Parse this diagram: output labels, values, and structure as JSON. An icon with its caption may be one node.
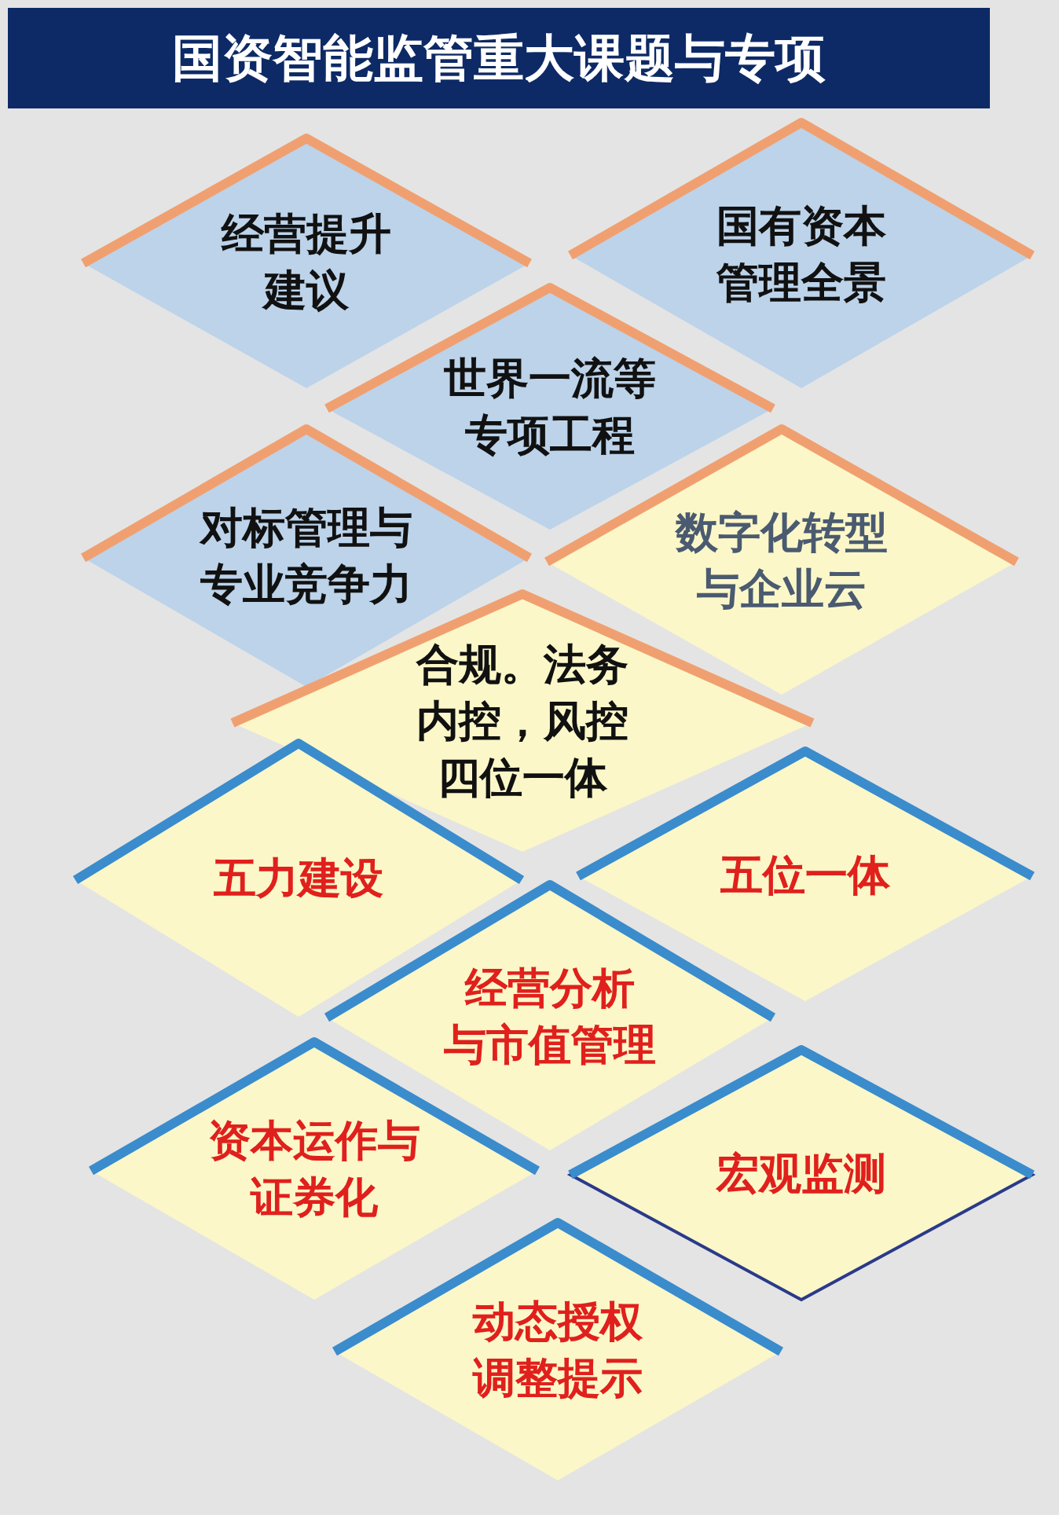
{
  "diagram": {
    "title": "国资智能监管重大课题与专项",
    "nodes": [
      {
        "text": [
          "经营提升建议"
        ]
      },
      {
        "text": [
          "国有资本管理全景"
        ]
      },
      {
        "text": [
          "世界一流等专项工程"
        ]
      },
      {
        "text": [
          "对标管理与专业竞争力"
        ]
      },
      {
        "text": [
          "数字化转型与企业云"
        ]
      },
      {
        "text": [
          "合规。法务内控，风控四位一体"
        ]
      },
      {
        "text": [
          "五力建设"
        ]
      },
      {
        "text": [
          "五位一体"
        ]
      },
      {
        "text": [
          "经营分析与市值管理"
        ]
      },
      {
        "text": [
          "资本运作与证券化"
        ]
      },
      {
        "text": [
          "宏观监测"
        ]
      },
      {
        "text": [
          "动态授权调整提示"
        ]
      }
    ]
  }
}
